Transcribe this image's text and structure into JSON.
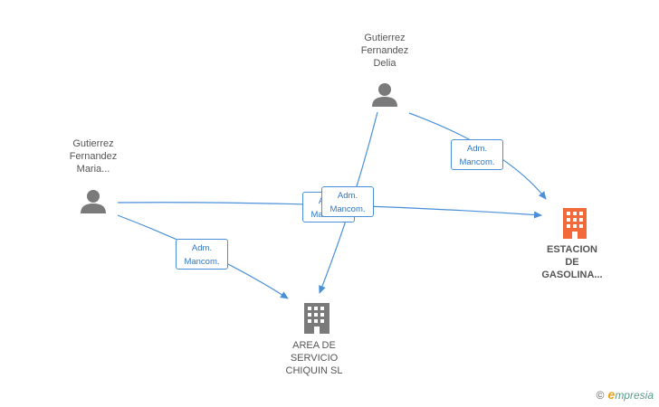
{
  "colors": {
    "edge": "#4a90d9",
    "person": "#7a7a7a",
    "company": "#7a7a7a",
    "company_active": "#f26a3a"
  },
  "nodes": {
    "delia": {
      "icon": "person-icon",
      "lines": [
        "Gutierrez",
        "Fernandez",
        "Delia"
      ]
    },
    "maria": {
      "icon": "person-icon",
      "lines": [
        "Gutierrez",
        "Fernandez",
        "Maria..."
      ]
    },
    "estacion": {
      "icon": "building-icon",
      "lines": [
        "ESTACION",
        "DE",
        "GASOLINA..."
      ]
    },
    "area": {
      "icon": "building-icon",
      "lines": [
        "AREA DE",
        "SERVICIO",
        "CHIQUIN  SL"
      ]
    }
  },
  "edges": {
    "delia_estacion": {
      "line1": "Adm.",
      "line2": "Mancom."
    },
    "delia_area": {
      "line1": "Adm.",
      "line2": "Mancom."
    },
    "maria_estacion": {
      "line1": "Adm.",
      "line2": "Mancom."
    },
    "maria_area": {
      "line1": "Adm.",
      "line2": "Mancom."
    }
  },
  "watermark": {
    "copyright": "©",
    "brand_initial": "e",
    "brand_rest": "mpresia"
  }
}
